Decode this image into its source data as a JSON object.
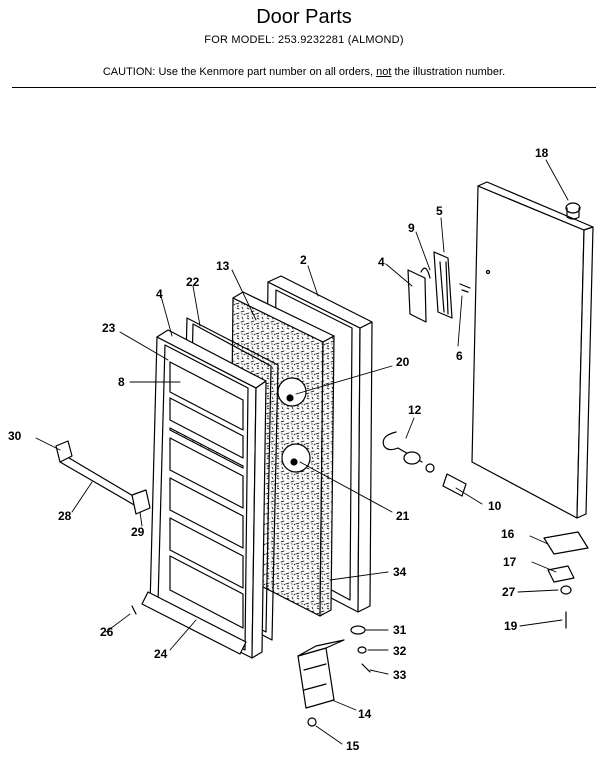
{
  "header": {
    "title": "Door Parts",
    "model_line": "FOR MODEL: 253.9232281  (ALMOND)",
    "caution_prefix": "CAUTION:  Use the Kenmore part number on all orders, ",
    "caution_emphasis": "not",
    "caution_suffix": " the illustration number."
  },
  "callouts": [
    "2",
    "4",
    "4",
    "5",
    "6",
    "8",
    "9",
    "10",
    "12",
    "13",
    "14",
    "15",
    "16",
    "17",
    "18",
    "19",
    "20",
    "21",
    "22",
    "23",
    "24",
    "26",
    "27",
    "28",
    "29",
    "30",
    "31",
    "32",
    "33",
    "34"
  ]
}
